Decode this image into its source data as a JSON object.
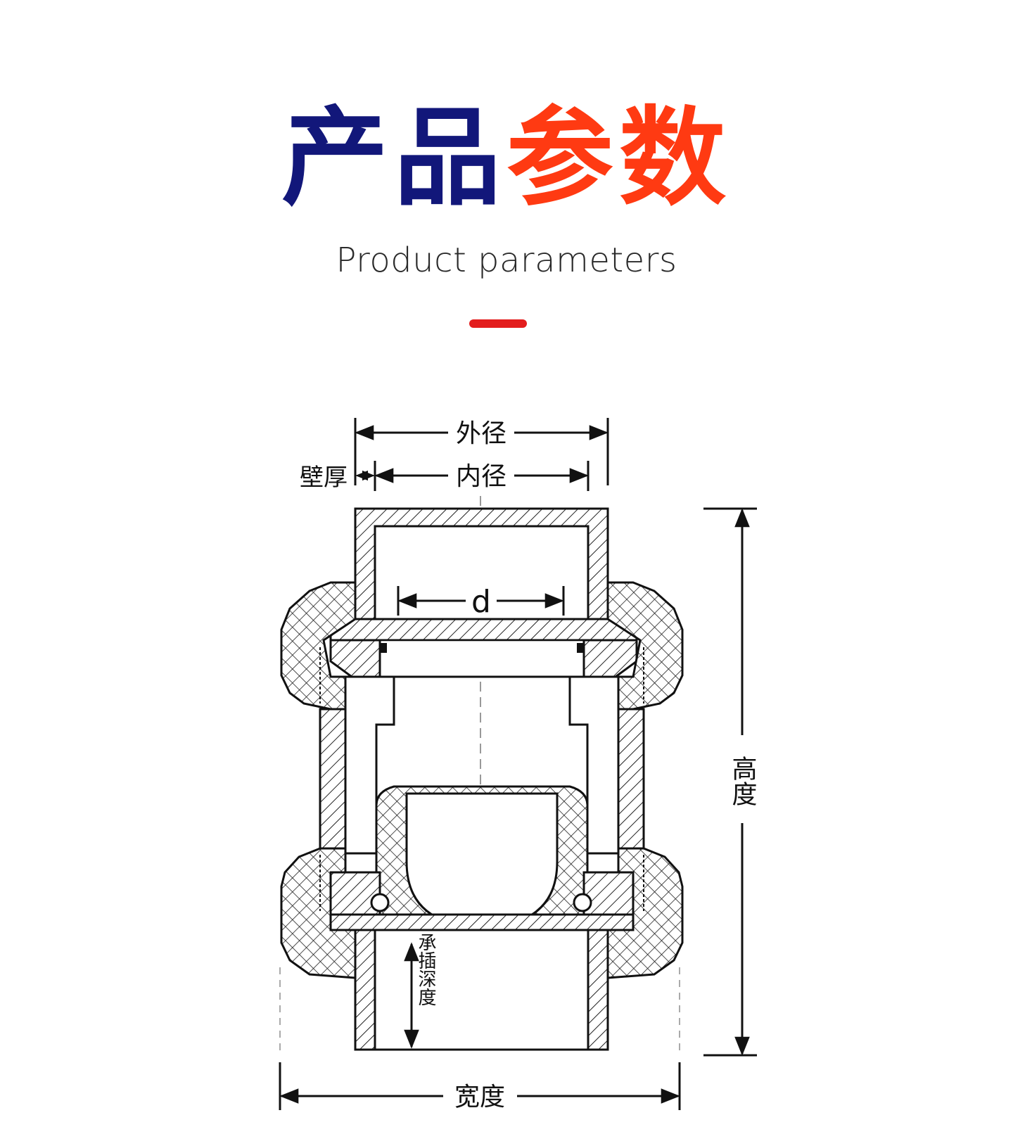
{
  "header": {
    "title_part1": "产品",
    "title_part2": "参数",
    "subtitle": "Product parameters",
    "title_color1": "#12177a",
    "title_color2": "#ff3a12",
    "accent_color": "#e31d1d"
  },
  "diagram": {
    "outer_diameter": "外径",
    "inner_diameter": "内径",
    "wall_thickness": "壁厚",
    "d": "d",
    "height": "高度",
    "width": "宽度",
    "socket_depth": "承插深度"
  }
}
